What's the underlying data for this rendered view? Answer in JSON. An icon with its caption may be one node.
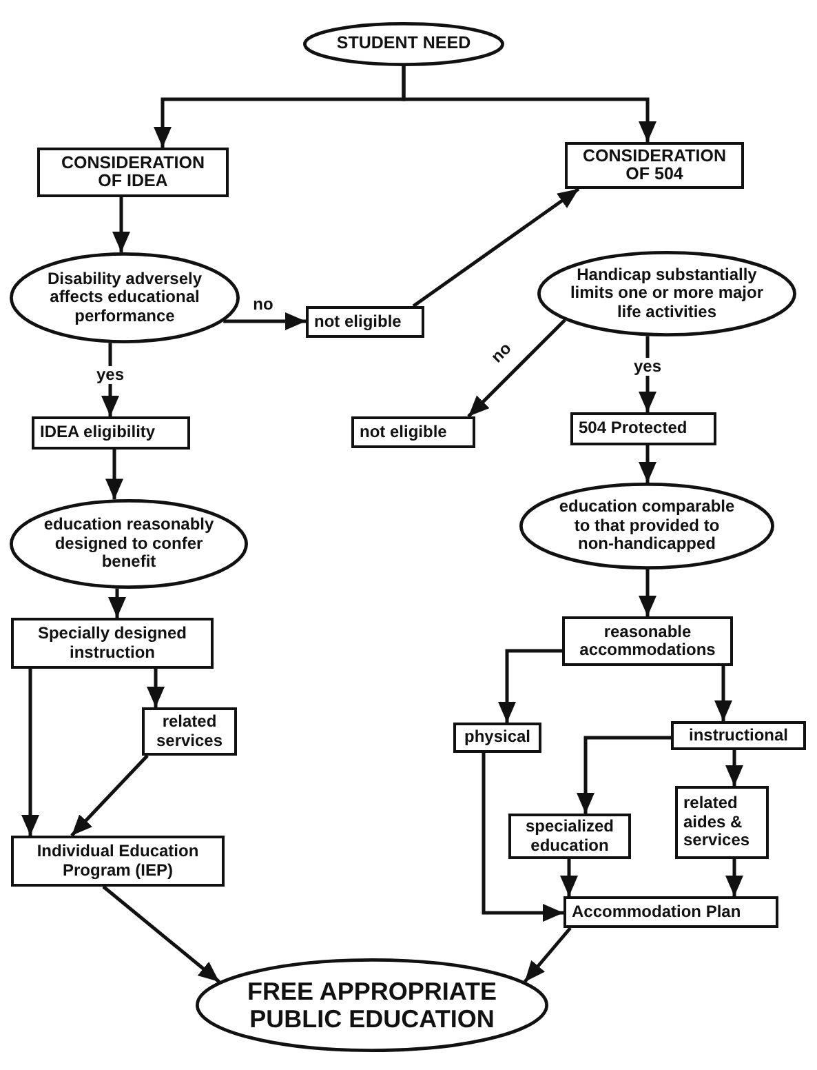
{
  "diagram": {
    "nodes": [
      {
        "text": [
          "STUDENT NEED"
        ]
      },
      {
        "text": [
          "CONSIDERATION OF IDEA"
        ]
      },
      {
        "text": [
          "CONSIDERATION OF 504"
        ]
      },
      {
        "text": [
          "Disability adversely affects educational performance"
        ]
      },
      {
        "text": [
          "not eligible"
        ]
      },
      {
        "text": [
          "Handicap substantially limits one or more major life activities"
        ]
      },
      {
        "text": [
          "IDEA eligibility"
        ]
      },
      {
        "text": [
          "not eligible"
        ]
      },
      {
        "text": [
          "504 Protected"
        ]
      },
      {
        "text": [
          "education reasonably designed to confer benefit"
        ]
      },
      {
        "text": [
          "education comparable to that provided to non-handicapped"
        ]
      },
      {
        "text": [
          "Specially designed instruction"
        ]
      },
      {
        "text": [
          "reasonable accommodations"
        ]
      },
      {
        "text": [
          "related services"
        ]
      },
      {
        "text": [
          "physical"
        ]
      },
      {
        "text": [
          "instructional"
        ]
      },
      {
        "text": [
          "Individual Education Program (IEP)"
        ]
      },
      {
        "text": [
          "specialized education"
        ]
      },
      {
        "text": [
          "related aides & services"
        ]
      },
      {
        "text": [
          "Accommodation Plan"
        ]
      },
      {
        "text": [
          "FREE APPROPRIATE PUBLIC EDUCATION"
        ]
      }
    ],
    "edges": [
      {
        "from": 0,
        "to": 1,
        "arrow": "to"
      },
      {
        "from": 0,
        "to": 2,
        "arrow": "to"
      },
      {
        "from": 1,
        "to": 3,
        "arrow": "to"
      },
      {
        "from": 3,
        "to": 4,
        "arrow": "to",
        "label": "no"
      },
      {
        "from": 3,
        "to": 6,
        "arrow": "to",
        "label": "yes"
      },
      {
        "from": 4,
        "to": 2,
        "arrow": "to"
      },
      {
        "from": 5,
        "to": 7,
        "arrow": "to",
        "label": "no"
      },
      {
        "from": 5,
        "to": 8,
        "arrow": "to",
        "label": "yes"
      },
      {
        "from": 6,
        "to": 9,
        "arrow": "to"
      },
      {
        "from": 8,
        "to": 10,
        "arrow": "to"
      },
      {
        "from": 9,
        "to": 11,
        "arrow": "to"
      },
      {
        "from": 10,
        "to": 12,
        "arrow": "to"
      },
      {
        "from": 11,
        "to": 13,
        "arrow": "to"
      },
      {
        "from": 11,
        "to": 16,
        "arrow": "to"
      },
      {
        "from": 13,
        "to": 16,
        "arrow": "to"
      },
      {
        "from": 12,
        "to": 14,
        "arrow": "to"
      },
      {
        "from": 12,
        "to": 15,
        "arrow": "to"
      },
      {
        "from": 15,
        "to": 17,
        "arrow": "to"
      },
      {
        "from": 15,
        "to": 18,
        "arrow": "to"
      },
      {
        "from": 14,
        "to": 19,
        "arrow": "to"
      },
      {
        "from": 17,
        "to": 19,
        "arrow": "to"
      },
      {
        "from": 18,
        "to": 19,
        "arrow": "to"
      },
      {
        "from": 16,
        "to": 20,
        "arrow": "to"
      },
      {
        "from": 19,
        "to": 20,
        "arrow": "to"
      }
    ]
  }
}
